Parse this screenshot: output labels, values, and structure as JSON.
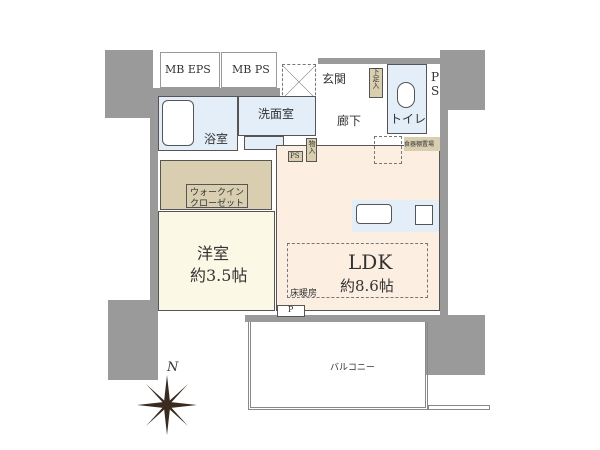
{
  "rooms": {
    "mb_eps": "MB EPS",
    "mb_ps": "MB PS",
    "entrance": "玄関",
    "shoe_storage": "下足入",
    "ps_right_top": "P",
    "ps_right_bottom": "S",
    "bathroom": "浴室",
    "washroom": "洗面室",
    "hallway": "廊下",
    "toilet": "トイレ",
    "ps_small": "PS",
    "storage": "物入",
    "cupboard_space": "食器棚置場",
    "walk_in_closet_line1": "ウォークイン",
    "walk_in_closet_line2": "クローゼット",
    "western_room": "洋室",
    "western_room_size": "約3.5帖",
    "ldk": "LDK",
    "ldk_size": "約8.6帖",
    "floor_heating": "床暖房",
    "pipe_space": "P",
    "balcony": "バルコニー"
  },
  "compass": {
    "north": "N"
  },
  "colors": {
    "wall": "#9a9a9a",
    "wet": "#e3eef8",
    "storage": "#d9ceb0",
    "western": "#fbf8e6",
    "ldk": "#fcefe2"
  }
}
